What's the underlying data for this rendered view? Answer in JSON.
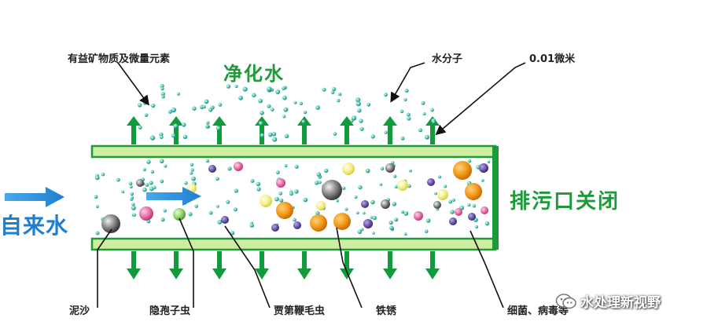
{
  "labels": {
    "beneficial_minerals": "有益矿物质及微量元素",
    "purified_water": "净化水",
    "water_molecule": "水分子",
    "pore_size": "0.01微米",
    "tap_water": "自来水",
    "drain_closed": "排污口关闭",
    "sediment": "泥沙",
    "cryptosporidium": "隐孢子虫",
    "giardia": "贾第鞭毛虫",
    "rust": "铁锈",
    "bacteria_virus": "细菌、病毒等"
  },
  "watermark": "水处理新视野",
  "icons": {
    "watermark_icon": "wechat-icon"
  },
  "colors": {
    "membrane_green": "#1f9a3a",
    "membrane_fill": "#cdeea0",
    "arrow_green": "#139a3c",
    "water_blue": "#1e7fcf",
    "molecule_teal": "#3fb9a8",
    "rust_orange": "#f39a1b",
    "particle_purple": "#6b57a8",
    "particle_pink": "#e86fa8",
    "particle_gray": "#8a8a8a",
    "particle_yellow": "#f5f08a"
  }
}
